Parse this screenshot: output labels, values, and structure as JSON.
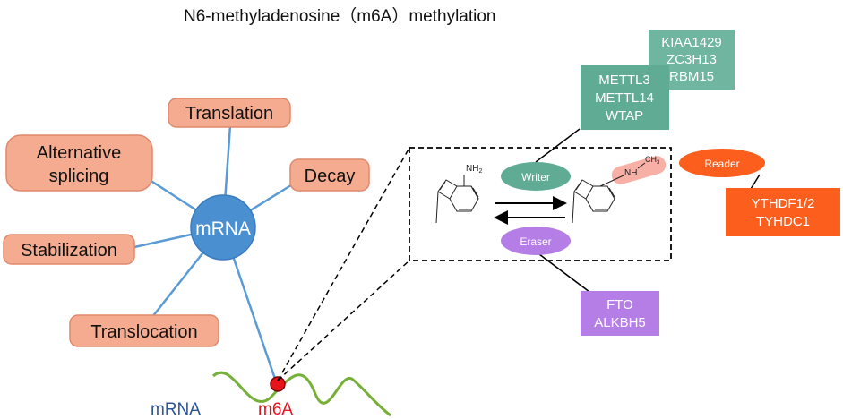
{
  "title": "N6-methyladenosine（m6A）methylation",
  "hub": {
    "label": "mRNA"
  },
  "functions": [
    {
      "id": "translation",
      "label": "Translation"
    },
    {
      "id": "alternative-splicing",
      "lines": [
        "Alternative",
        "splicing"
      ]
    },
    {
      "id": "decay",
      "label": "Decay"
    },
    {
      "id": "stabilization",
      "label": "Stabilization"
    },
    {
      "id": "translocation",
      "label": "Translocation"
    }
  ],
  "strand": {
    "mrna_label": "mRNA",
    "m6a_label": "m6A"
  },
  "molecule": {
    "nh2": "NH",
    "nh2_sub": "2",
    "nh": "NH",
    "ch3": "CH",
    "ch3_sub": "3"
  },
  "enzymes": {
    "writer": {
      "label": "Writer",
      "group1": [
        "METTL3",
        "METTL14",
        "WTAP"
      ],
      "group2": [
        "KIAA1429",
        "ZC3H13",
        "RBM15"
      ]
    },
    "eraser": {
      "label": "Eraser",
      "proteins": [
        "FTO",
        "ALKBH5"
      ]
    },
    "reader": {
      "label": "Reader",
      "proteins": [
        "YTHDF1/2",
        "TYHDC1"
      ]
    }
  },
  "colors": {
    "function_fill": "#f4ab8f",
    "function_stroke": "#e0896c",
    "hub_fill": "#4a90d1",
    "spoke": "#5b9bd5",
    "strand": "#77b039",
    "m6a_dot": "#e8141c",
    "mrna_text": "#2f5597",
    "m6a_text": "#e8141c",
    "writer": "#5fab94",
    "writer_box": "#6fb5a0",
    "eraser": "#b57ee6",
    "reader": "#fb5e1d",
    "reader_highlight": "#f7a196"
  }
}
